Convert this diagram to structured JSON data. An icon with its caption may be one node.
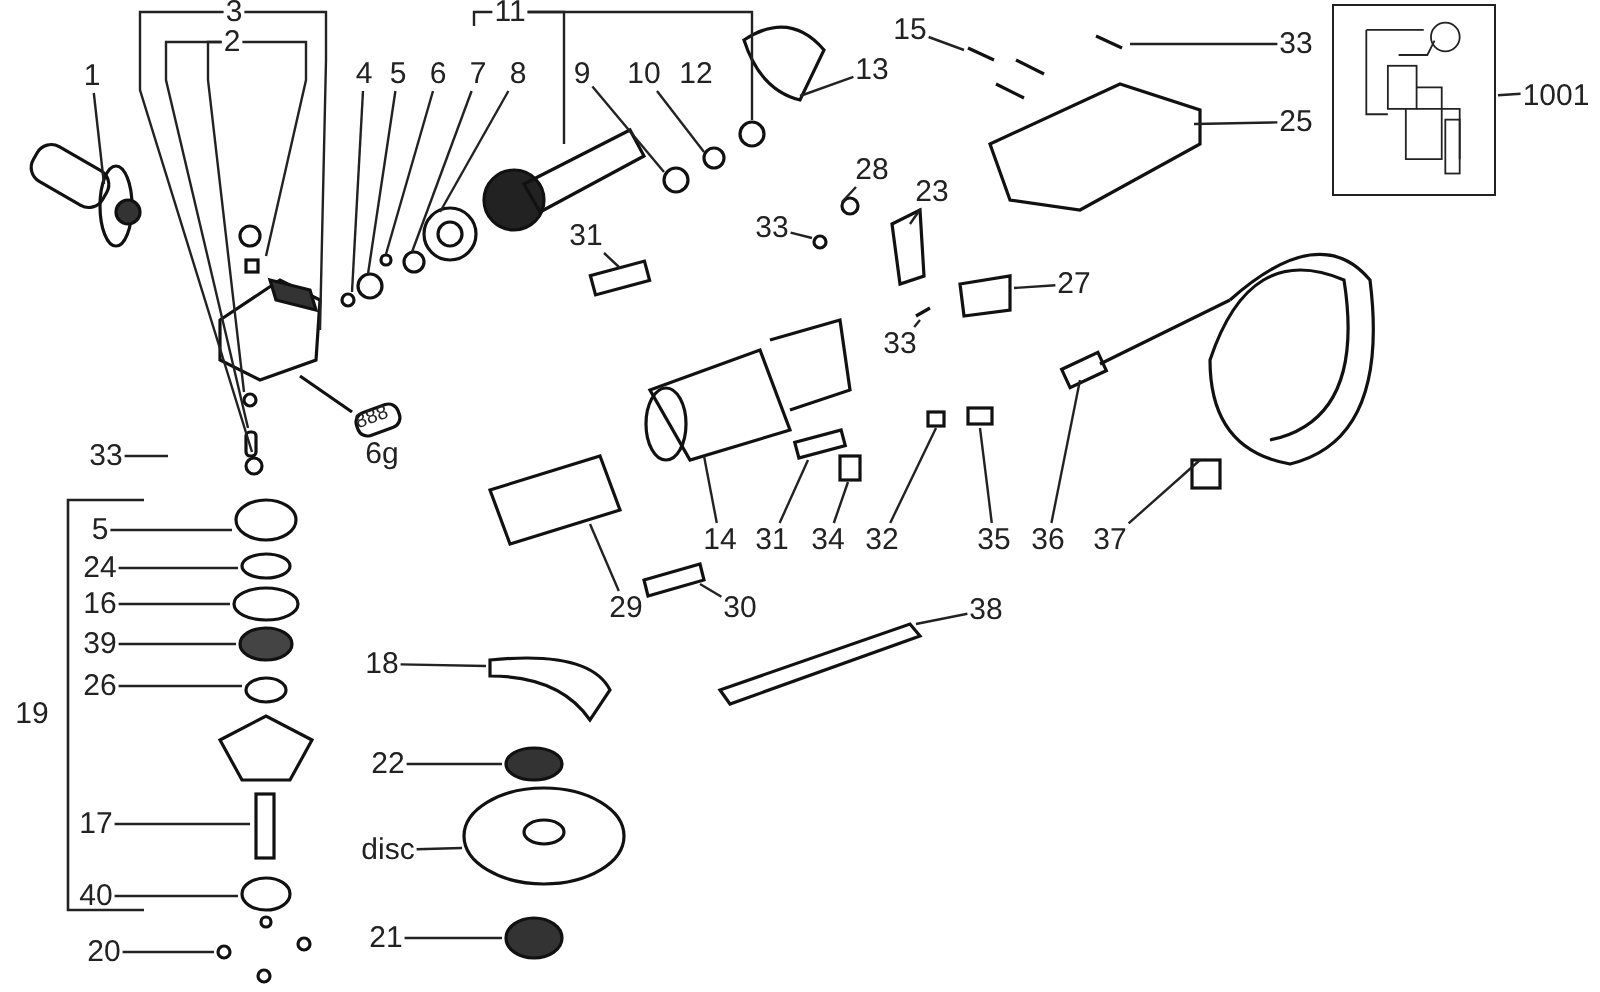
{
  "diagram": {
    "nodes": [
      {
        "text": [
          "3"
        ]
      },
      {
        "text": [
          "11"
        ]
      },
      {
        "text": [
          "2"
        ]
      },
      {
        "text": [
          "15"
        ]
      },
      {
        "text": [
          "33"
        ]
      },
      {
        "text": [
          "1001"
        ]
      },
      {
        "text": [],
        "shape": "picture"
      },
      {
        "text": [
          "13"
        ]
      },
      {
        "text": [
          "1"
        ]
      },
      {
        "text": [
          "4"
        ]
      },
      {
        "text": [
          "5"
        ]
      },
      {
        "text": [
          "6"
        ]
      },
      {
        "text": [
          "7"
        ]
      },
      {
        "text": [
          "8"
        ]
      },
      {
        "text": [
          "9"
        ]
      },
      {
        "text": [
          "10"
        ]
      },
      {
        "text": [
          "25"
        ]
      },
      {
        "text": [
          "33"
        ]
      },
      {
        "text": [
          "28"
        ]
      },
      {
        "text": [
          "23"
        ]
      },
      {
        "text": [
          "31"
        ]
      },
      {
        "text": [
          "27"
        ]
      },
      {
        "text": [
          "33"
        ]
      },
      {
        "text": [
          "33"
        ]
      },
      {
        "text": [
          "5"
        ]
      },
      {
        "text": [
          "24"
        ]
      },
      {
        "text": [
          "16"
        ]
      },
      {
        "text": [
          "39"
        ]
      },
      {
        "text": [
          "26"
        ]
      },
      {
        "text": [
          "14"
        ]
      },
      {
        "text": [
          "31"
        ]
      },
      {
        "text": [
          "34"
        ]
      },
      {
        "text": [
          "32"
        ]
      },
      {
        "text": [
          "35"
        ]
      },
      {
        "text": [
          "36"
        ]
      },
      {
        "text": [
          "37"
        ]
      },
      {
        "text": [
          "29"
        ]
      },
      {
        "text": [
          "30"
        ]
      },
      {
        "text": [
          "38"
        ]
      },
      {
        "text": [
          "18"
        ]
      },
      {
        "text": [
          "22"
        ]
      },
      {
        "text": [
          "17"
        ]
      },
      {
        "text": [
          "disc"
        ]
      },
      {
        "text": [
          "40"
        ]
      },
      {
        "text": [
          "20"
        ]
      },
      {
        "text": [
          "21"
        ]
      }
    ],
    "edges": [
      {
        "from": 0,
        "to": null,
        "arrow": "none"
      },
      {
        "from": 0,
        "to": null,
        "arrow": "none"
      },
      {
        "from": 2,
        "to": null,
        "arrow": "none"
      },
      {
        "from": 2,
        "to": null,
        "arrow": "none"
      },
      {
        "from": 2,
        "to": null,
        "arrow": "none"
      },
      {
        "from": 1,
        "to": null,
        "arrow": "none"
      },
      {
        "from": 1,
        "to": null,
        "arrow": "none"
      },
      {
        "from": 1,
        "to": null,
        "arrow": "none"
      },
      {
        "from": 3,
        "to": null,
        "arrow": "none"
      },
      {
        "from": 4,
        "to": null,
        "arrow": "none"
      },
      {
        "from": 5,
        "to": 6,
        "arrow": "none"
      },
      {
        "from": 7,
        "to": null,
        "arrow": "none"
      },
      {
        "from": 8,
        "to": null,
        "arrow": "none"
      },
      {
        "from": 9,
        "to": null,
        "arrow": "none"
      },
      {
        "from": 10,
        "to": null,
        "arrow": "none"
      },
      {
        "from": 11,
        "to": null,
        "arrow": "none"
      },
      {
        "from": 12,
        "to": null,
        "arrow": "none"
      },
      {
        "from": 13,
        "to": null,
        "arrow": "none"
      },
      {
        "from": 14,
        "to": null,
        "arrow": "none"
      },
      {
        "from": 15,
        "to": null,
        "arrow": "none"
      },
      {
        "from": 16,
        "to": null,
        "arrow": "none"
      },
      {
        "from": 17,
        "to": null,
        "arrow": "none"
      },
      {
        "from": 18,
        "to": null,
        "arrow": "none"
      },
      {
        "from": 19,
        "to": null,
        "arrow": "none"
      },
      {
        "from": 20,
        "to": null,
        "arrow": "none"
      },
      {
        "from": 21,
        "to": null,
        "arrow": "none"
      },
      {
        "from": 22,
        "to": null,
        "arrow": "none"
      },
      {
        "from": 23,
        "to": null,
        "arrow": "none"
      },
      {
        "from": 24,
        "to": null,
        "arrow": "none"
      },
      {
        "from": 25,
        "to": null,
        "arrow": "none"
      },
      {
        "from": 26,
        "to": null,
        "arrow": "none"
      },
      {
        "from": 27,
        "to": null,
        "arrow": "none"
      },
      {
        "from": 28,
        "to": null,
        "arrow": "none"
      },
      {
        "from": 29,
        "to": null,
        "arrow": "none"
      },
      {
        "from": 30,
        "to": null,
        "arrow": "none"
      },
      {
        "from": 31,
        "to": null,
        "arrow": "none"
      },
      {
        "from": 32,
        "to": null,
        "arrow": "none"
      },
      {
        "from": 33,
        "to": null,
        "arrow": "none"
      },
      {
        "from": 34,
        "to": null,
        "arrow": "none"
      },
      {
        "from": 35,
        "to": null,
        "arrow": "none"
      },
      {
        "from": 36,
        "to": null,
        "arrow": "none"
      },
      {
        "from": 37,
        "to": null,
        "arrow": "none"
      },
      {
        "from": 38,
        "to": null,
        "arrow": "none"
      },
      {
        "from": 39,
        "to": null,
        "arrow": "none"
      },
      {
        "from": 40,
        "to": null,
        "arrow": "none"
      },
      {
        "from": 41,
        "to": null,
        "arrow": "none"
      },
      {
        "from": 42,
        "to": null,
        "arrow": "none"
      },
      {
        "from": 43,
        "to": null,
        "arrow": "none"
      },
      {
        "from": 44,
        "to": null,
        "arrow": "none"
      },
      {
        "from": 45,
        "to": null,
        "arrow": "none"
      }
    ],
    "labels": [
      "12",
      "19",
      "888",
      "6g"
    ]
  }
}
